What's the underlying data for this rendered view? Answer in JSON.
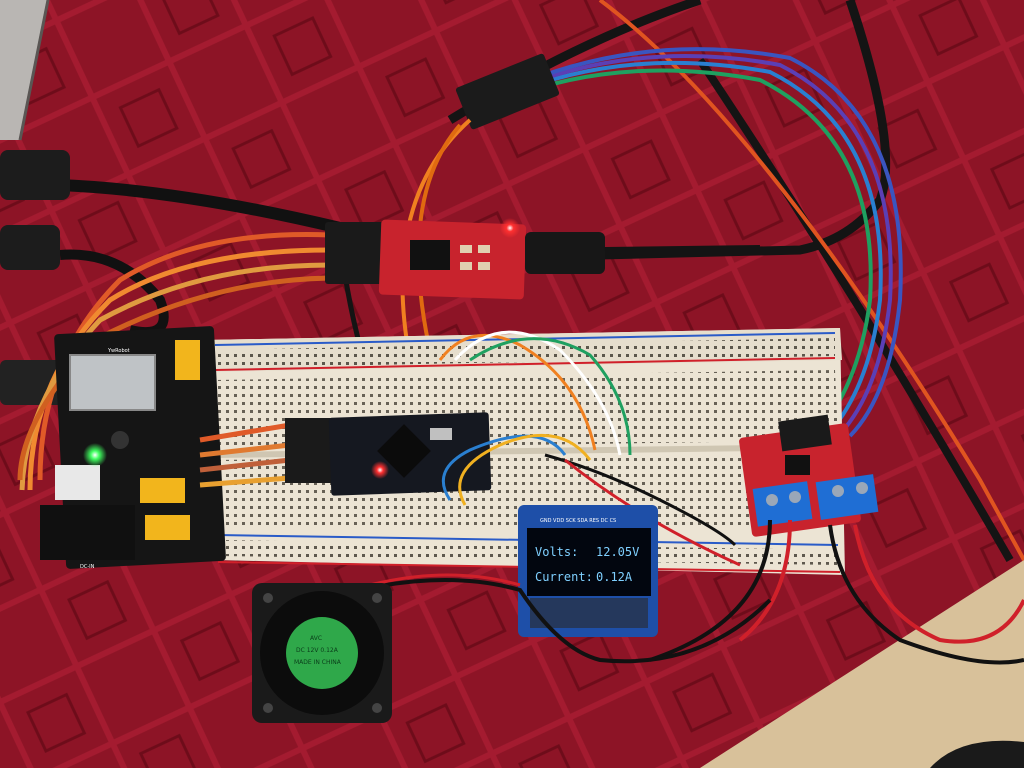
{
  "oled": {
    "row1_label": "Volts:",
    "row1_value": "12.05V",
    "row2_label": "Current:",
    "row2_value": "0.12A",
    "pin_labels": "GND VDD SCK SDA RES DC CS"
  },
  "power_module": {
    "brand": "YwRobot",
    "jack_label": "DC-IN"
  },
  "fan_sticker": {
    "line1": "AVC",
    "line2": "DC 12V 0.12A",
    "line3": "MADE IN CHINA"
  },
  "colors": {
    "cloth": "#8d1426",
    "breadboard": "#ece4d4",
    "rail_red": "#d0202a",
    "rail_blue": "#2a5bc8",
    "pcb_red": "#c8232d",
    "arduino": "#151820",
    "oled_screen": "#02060f",
    "oled_pcb": "#1e4fa8",
    "terminal_blue": "#1f6ed4",
    "fan": "#1a1a1a",
    "fan_sticker": "#2fa84a",
    "led_red": "#ff2a2a",
    "led_green": "#33ff55"
  }
}
